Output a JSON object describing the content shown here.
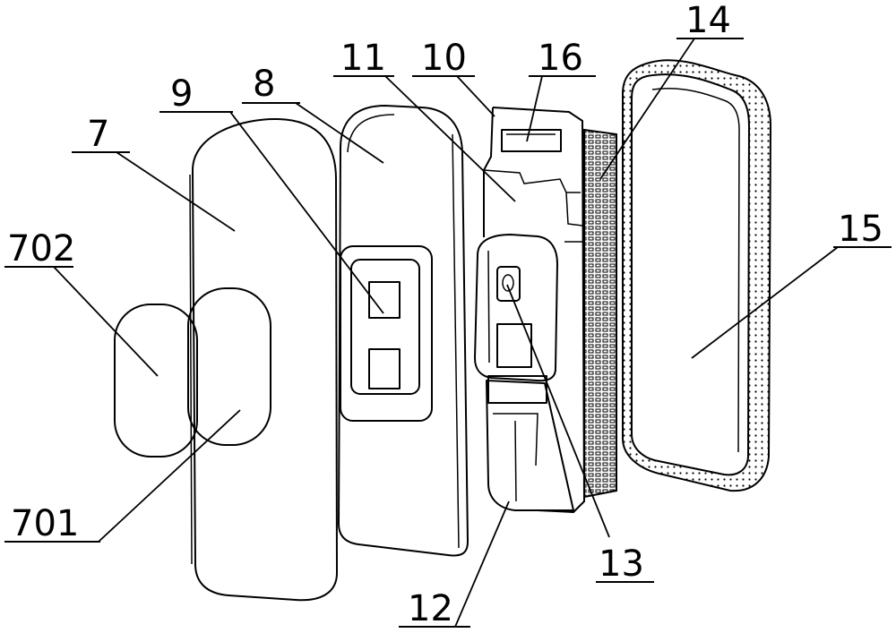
{
  "labels": {
    "l7": "7",
    "l8": "8",
    "l9": "9",
    "l11": "11",
    "l10": "10",
    "l16": "16",
    "l14": "14",
    "l15": "15",
    "l702": "702",
    "l701": "701",
    "l12": "12",
    "l13": "13"
  }
}
